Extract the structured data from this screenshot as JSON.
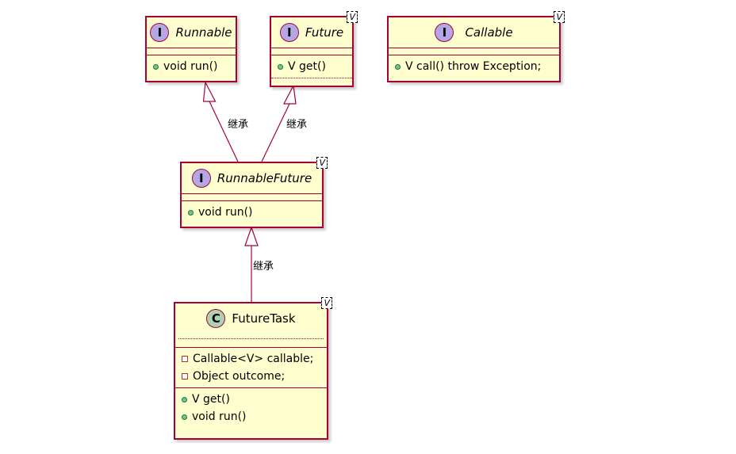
{
  "edges": {
    "runnable_to_rf": "继承",
    "future_to_rf": "继承",
    "rf_to_futuretask": "继承"
  },
  "runnable": {
    "name": "Runnable",
    "stereotype": "I",
    "methods": [
      "void run()"
    ]
  },
  "future": {
    "name": "Future",
    "stereotype": "I",
    "generic": "V",
    "methods": [
      "V get()"
    ]
  },
  "callable": {
    "name": "Callable",
    "stereotype": "I",
    "generic": "V",
    "methods": [
      "V call() throw Exception;"
    ]
  },
  "runnable_future": {
    "name": "RunnableFuture",
    "stereotype": "I",
    "generic": "V",
    "methods": [
      "void run()"
    ]
  },
  "future_task": {
    "name": "FutureTask",
    "stereotype": "C",
    "generic": "V",
    "fields": [
      "Callable<V> callable;",
      "Object outcome;"
    ],
    "methods": [
      "V get()",
      "void run()"
    ]
  },
  "colors": {
    "border": "#a80036",
    "fill": "#fefece",
    "interface_badge": "#b4a7e5",
    "class_badge": "#add1b2"
  }
}
